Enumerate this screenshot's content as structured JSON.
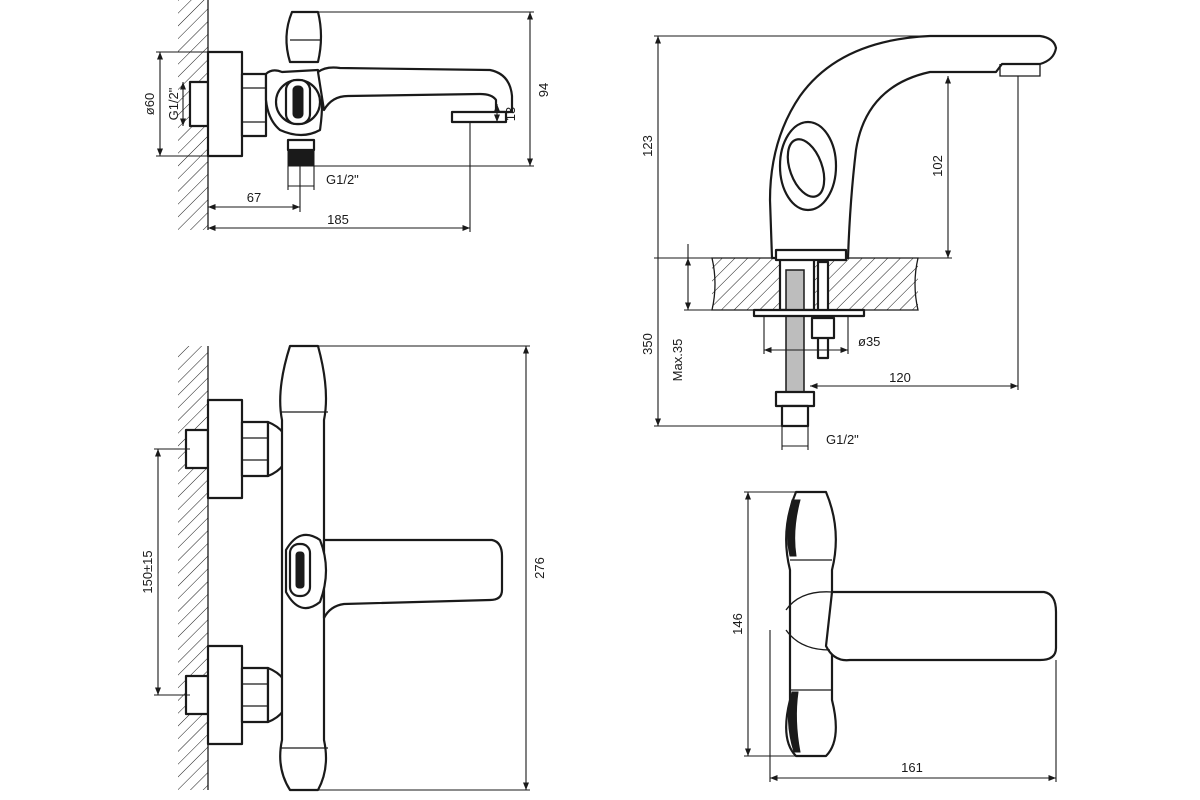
{
  "dimensions": {
    "wall_dia": "ø60",
    "wall_thread": "G1/2\"",
    "spout_height": "94",
    "spout_drop": "13",
    "bottom_thread": "G1/2\"",
    "offset": "67",
    "total_reach": "185",
    "front_height": "276",
    "center_distance": "150±15",
    "basin_height": "123",
    "basin_spout_height": "102",
    "hose_length": "350",
    "max_thickness": "Max.35",
    "hole_dia": "ø35",
    "basin_reach": "120",
    "hose_thread": "G1/2\"",
    "top_depth": "146",
    "top_reach": "161"
  },
  "colors": {
    "line": "#1a1a1a",
    "background": "#ffffff"
  }
}
